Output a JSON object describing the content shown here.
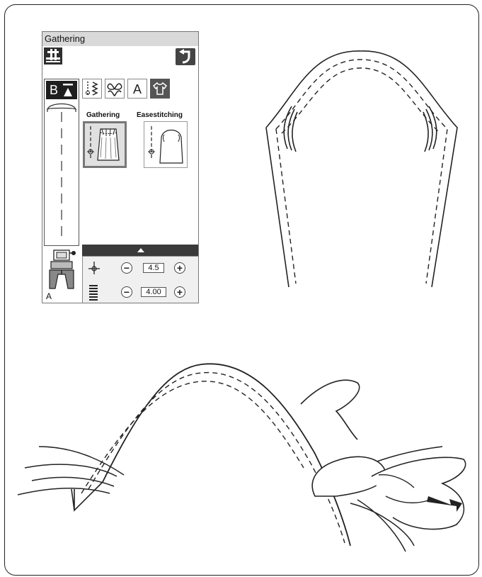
{
  "window": {
    "title": "Gathering"
  },
  "stitches": [
    {
      "label": "Gathering",
      "selected": true
    },
    {
      "label": "Easestitching",
      "selected": false
    }
  ],
  "leftcol": {
    "mark_label": "B"
  },
  "presser_foot": {
    "label": "A"
  },
  "settings": {
    "width_value": "4.5",
    "length_value": "4.00"
  },
  "icons": [
    "presser-foot-icon",
    "back-arrow-icon",
    "utility-stitch-icon",
    "decorative-stitch-icon",
    "alphabet-icon",
    "garment-icon",
    "needle-position-icon",
    "stitch-length-icon",
    "expand-up-icon"
  ],
  "colors": {
    "dark": "#2e2e2e",
    "panel": "#f0f0f0",
    "selected": "#777777"
  }
}
